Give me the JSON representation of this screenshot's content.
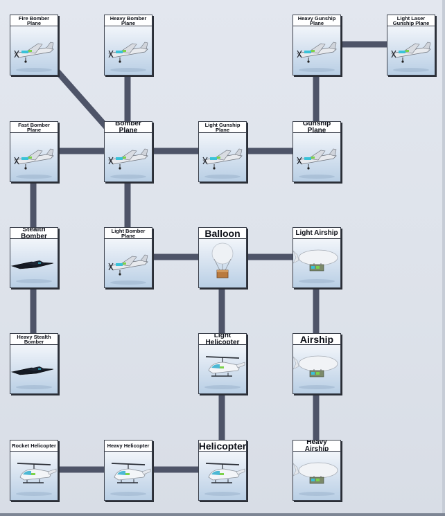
{
  "tree": {
    "nodes": [
      {
        "id": "fire-bomber-plane",
        "label": "Fire Bomber Plane",
        "icon": "plane-icon"
      },
      {
        "id": "heavy-bomber-plane",
        "label": "Heavy Bomber Plane",
        "icon": "plane-icon"
      },
      {
        "id": "heavy-gunship-plane",
        "label": "Heavy Gunship Plane",
        "icon": "plane-icon"
      },
      {
        "id": "light-laser-gunship-plane",
        "label": "Light Laser Gunship Plane",
        "icon": "plane-icon"
      },
      {
        "id": "fast-bomber-plane",
        "label": "Fast Bomber Plane",
        "icon": "plane-icon"
      },
      {
        "id": "bomber-plane",
        "label": "Bomber Plane",
        "icon": "plane-icon"
      },
      {
        "id": "light-gunship-plane",
        "label": "Light Gunship Plane",
        "icon": "plane-icon"
      },
      {
        "id": "gunship-plane",
        "label": "Gunship Plane",
        "icon": "plane-icon"
      },
      {
        "id": "stealth-bomber",
        "label": "Stealth Bomber",
        "icon": "stealth-bomber-icon"
      },
      {
        "id": "light-bomber-plane",
        "label": "Light Bomber Plane",
        "icon": "plane-icon"
      },
      {
        "id": "balloon",
        "label": "Balloon",
        "icon": "balloon-icon"
      },
      {
        "id": "light-airship",
        "label": "Light Airship",
        "icon": "airship-icon"
      },
      {
        "id": "heavy-stealth-bomber",
        "label": "Heavy Stealth Bomber",
        "icon": "stealth-bomber-icon"
      },
      {
        "id": "light-helicopter",
        "label": "Light Helicopter",
        "icon": "helicopter-icon"
      },
      {
        "id": "airship",
        "label": "Airship",
        "icon": "airship-icon"
      },
      {
        "id": "rocket-helicopter",
        "label": "Rocket Helicopter",
        "icon": "helicopter-icon"
      },
      {
        "id": "heavy-helicopter",
        "label": "Heavy Helicopter",
        "icon": "helicopter-icon"
      },
      {
        "id": "helicopter",
        "label": "Helicopter",
        "icon": "helicopter-icon"
      },
      {
        "id": "heavy-airship",
        "label": "Heavy Airship",
        "icon": "airship-icon"
      }
    ],
    "links": [
      [
        "fire-bomber-plane",
        "bomber-plane"
      ],
      [
        "heavy-bomber-plane",
        "bomber-plane"
      ],
      [
        "heavy-gunship-plane",
        "light-laser-gunship-plane"
      ],
      [
        "heavy-gunship-plane",
        "gunship-plane"
      ],
      [
        "fast-bomber-plane",
        "bomber-plane"
      ],
      [
        "bomber-plane",
        "light-gunship-plane"
      ],
      [
        "light-gunship-plane",
        "gunship-plane"
      ],
      [
        "fast-bomber-plane",
        "stealth-bomber"
      ],
      [
        "bomber-plane",
        "light-bomber-plane"
      ],
      [
        "light-bomber-plane",
        "balloon"
      ],
      [
        "balloon",
        "light-airship"
      ],
      [
        "stealth-bomber",
        "heavy-stealth-bomber"
      ],
      [
        "balloon",
        "light-helicopter"
      ],
      [
        "light-airship",
        "airship"
      ],
      [
        "light-helicopter",
        "helicopter"
      ],
      [
        "airship",
        "heavy-airship"
      ],
      [
        "rocket-helicopter",
        "heavy-helicopter"
      ],
      [
        "heavy-helicopter",
        "helicopter"
      ]
    ]
  },
  "colors": {
    "connector": "#4e5468",
    "card_border": "#3a3f4a",
    "background": "#e3e7ef"
  }
}
